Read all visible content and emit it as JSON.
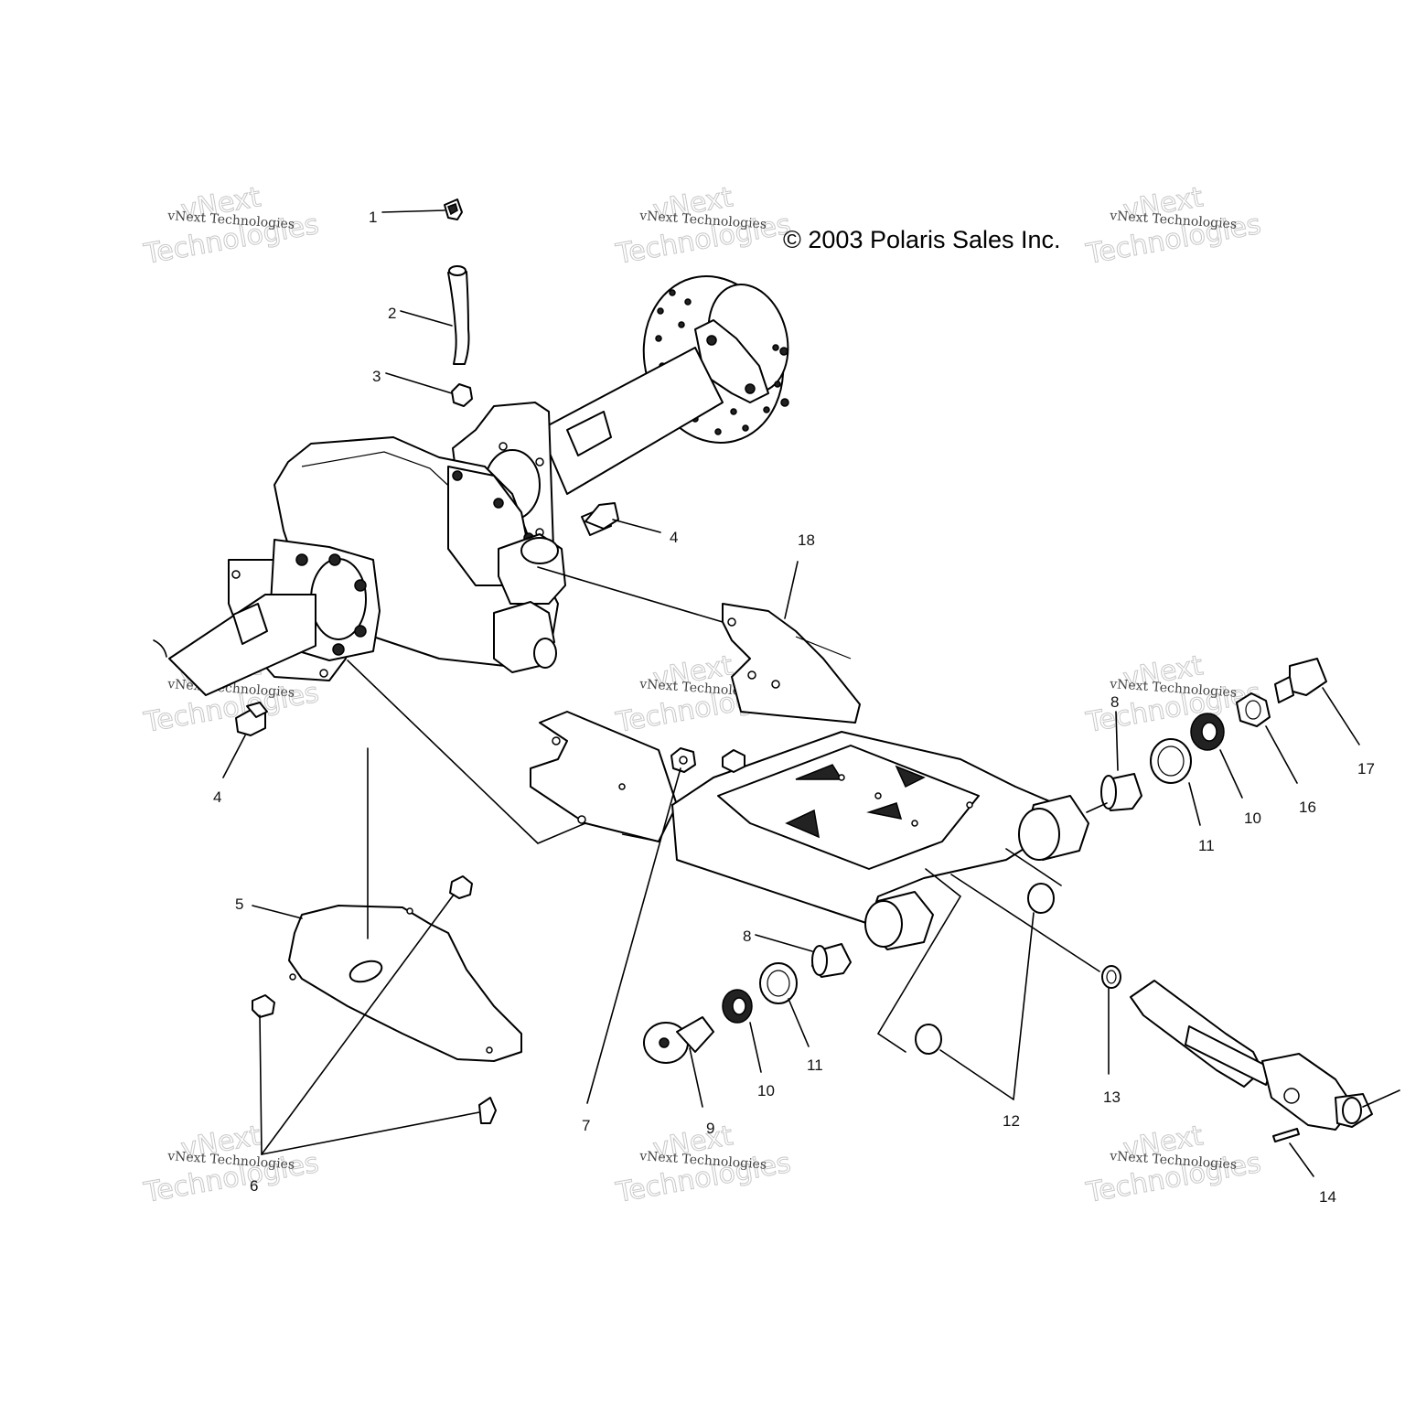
{
  "copyright": "© 2003 Polaris Sales Inc.",
  "watermark": {
    "line1": "vNext Technologies",
    "line2": "Technologies",
    "line3": "vNext"
  },
  "callouts": [
    "1",
    "2",
    "3",
    "4",
    "4",
    "5",
    "6",
    "7",
    "8",
    "8",
    "9",
    "10",
    "10",
    "11",
    "11",
    "12",
    "13",
    "14",
    "16",
    "17",
    "18"
  ]
}
